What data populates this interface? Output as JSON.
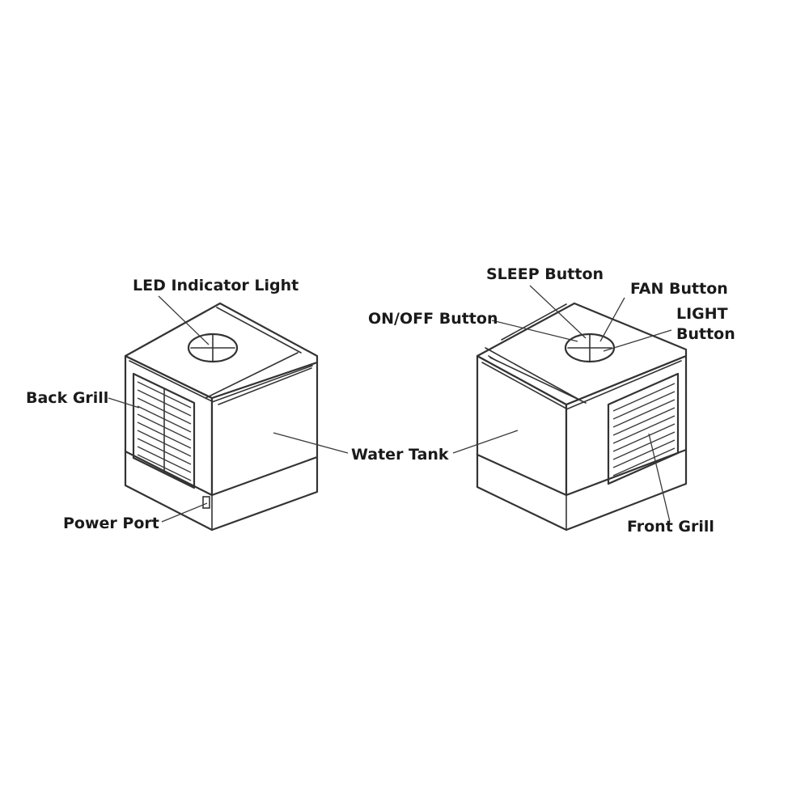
{
  "labels": {
    "led_indicator": "LED Indicator Light",
    "back_grill": "Back Grill",
    "power_port": "Power Port",
    "water_tank": "Water Tank",
    "sleep_button": "SLEEP Button",
    "fan_button": "FAN Button",
    "onoff_button": "ON/OFF Button",
    "light_button_line1": "LIGHT",
    "light_button_line2": "Button",
    "front_grill": "Front Grill"
  }
}
